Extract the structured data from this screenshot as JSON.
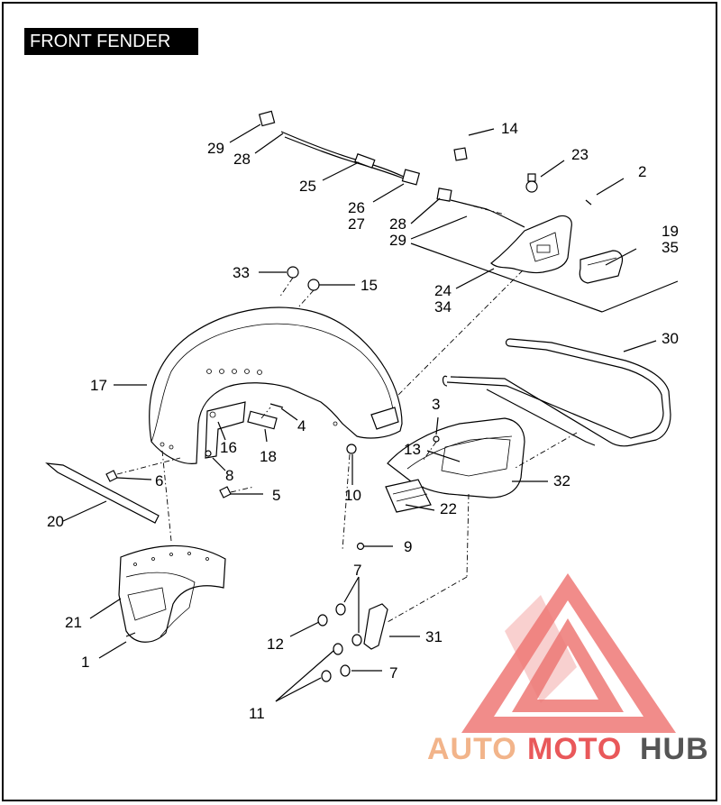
{
  "title": "FRONT FENDER",
  "callouts": [
    {
      "id": "c1",
      "label": "1"
    },
    {
      "id": "c2",
      "label": "2"
    },
    {
      "id": "c3",
      "label": "3"
    },
    {
      "id": "c4",
      "label": "4"
    },
    {
      "id": "c5",
      "label": "5"
    },
    {
      "id": "c6",
      "label": "6"
    },
    {
      "id": "c7a",
      "label": "7"
    },
    {
      "id": "c7b",
      "label": "7"
    },
    {
      "id": "c8",
      "label": "8"
    },
    {
      "id": "c9",
      "label": "9"
    },
    {
      "id": "c10",
      "label": "10"
    },
    {
      "id": "c11",
      "label": "11"
    },
    {
      "id": "c12",
      "label": "12"
    },
    {
      "id": "c13",
      "label": "13"
    },
    {
      "id": "c14",
      "label": "14"
    },
    {
      "id": "c15",
      "label": "15"
    },
    {
      "id": "c16",
      "label": "16"
    },
    {
      "id": "c17",
      "label": "17"
    },
    {
      "id": "c18",
      "label": "18"
    },
    {
      "id": "c19",
      "label": "19"
    },
    {
      "id": "c20",
      "label": "20"
    },
    {
      "id": "c21",
      "label": "21"
    },
    {
      "id": "c22",
      "label": "22"
    },
    {
      "id": "c23",
      "label": "23"
    },
    {
      "id": "c24",
      "label": "24"
    },
    {
      "id": "c25",
      "label": "25"
    },
    {
      "id": "c26",
      "label": "26"
    },
    {
      "id": "c27",
      "label": "27"
    },
    {
      "id": "c28a",
      "label": "28"
    },
    {
      "id": "c28b",
      "label": "28"
    },
    {
      "id": "c29a",
      "label": "29"
    },
    {
      "id": "c29b",
      "label": "29"
    },
    {
      "id": "c30",
      "label": "30"
    },
    {
      "id": "c31",
      "label": "31"
    },
    {
      "id": "c32",
      "label": "32"
    },
    {
      "id": "c33",
      "label": "33"
    },
    {
      "id": "c34",
      "label": "34"
    },
    {
      "id": "c35",
      "label": "35"
    }
  ],
  "watermark": {
    "part1": "AUTO",
    "part2": "MOTO",
    "part3": "HUB",
    "color_light": "#f2b48a",
    "color_accent": "#e9585a",
    "color_dark": "#555555"
  }
}
